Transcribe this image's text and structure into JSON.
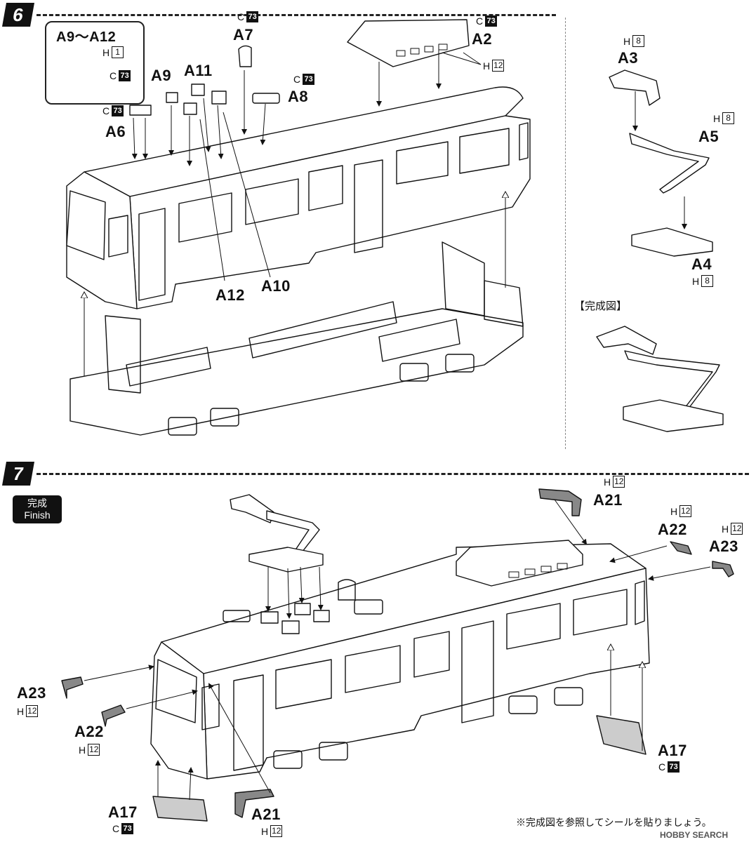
{
  "step6": {
    "number": "6",
    "parts": {
      "a9_a12": "A9～A12",
      "a9": "A9",
      "a11": "A11",
      "a7": "A7",
      "a2": "A2",
      "a8": "A8",
      "a6": "A6",
      "a12": "A12",
      "a10": "A10",
      "a3": "A3",
      "a5": "A5",
      "a4": "A4"
    },
    "runners": {
      "h1": {
        "letter": "H",
        "num": "1"
      },
      "c73_inset": {
        "letter": "C",
        "num": "73"
      },
      "c73_a7": {
        "letter": "C",
        "num": "73"
      },
      "c73_a2": {
        "letter": "C",
        "num": "73"
      },
      "h12_a2": {
        "letter": "H",
        "num": "12"
      },
      "c73_a8": {
        "letter": "C",
        "num": "73"
      },
      "c73_a6": {
        "letter": "C",
        "num": "73"
      },
      "h8_a3": {
        "letter": "H",
        "num": "8"
      },
      "h8_a5": {
        "letter": "H",
        "num": "8"
      },
      "h8_a4": {
        "letter": "H",
        "num": "8"
      }
    },
    "completed_label": "【完成図】"
  },
  "step7": {
    "number": "7",
    "finish_jp": "完成",
    "finish_en": "Finish",
    "parts": {
      "a21_top": "A21",
      "a22_right": "A22",
      "a23_right": "A23",
      "a23_left": "A23",
      "a22_left": "A22",
      "a17_left": "A17",
      "a21_bottom": "A21",
      "a17_right": "A17"
    },
    "runners": {
      "h12_a21_top": {
        "letter": "H",
        "num": "12"
      },
      "h12_a22_right": {
        "letter": "H",
        "num": "12"
      },
      "h12_a23_right": {
        "letter": "H",
        "num": "12"
      },
      "h12_a23_left": {
        "letter": "H",
        "num": "12"
      },
      "h12_a22_left": {
        "letter": "H",
        "num": "12"
      },
      "c73_a17_left": {
        "letter": "C",
        "num": "73"
      },
      "h12_a21_bottom": {
        "letter": "H",
        "num": "12"
      },
      "c73_a17_right": {
        "letter": "C",
        "num": "73"
      }
    },
    "note": "※完成図を参照してシールを貼りましょう。"
  },
  "watermark": "HOBBY SEARCH"
}
